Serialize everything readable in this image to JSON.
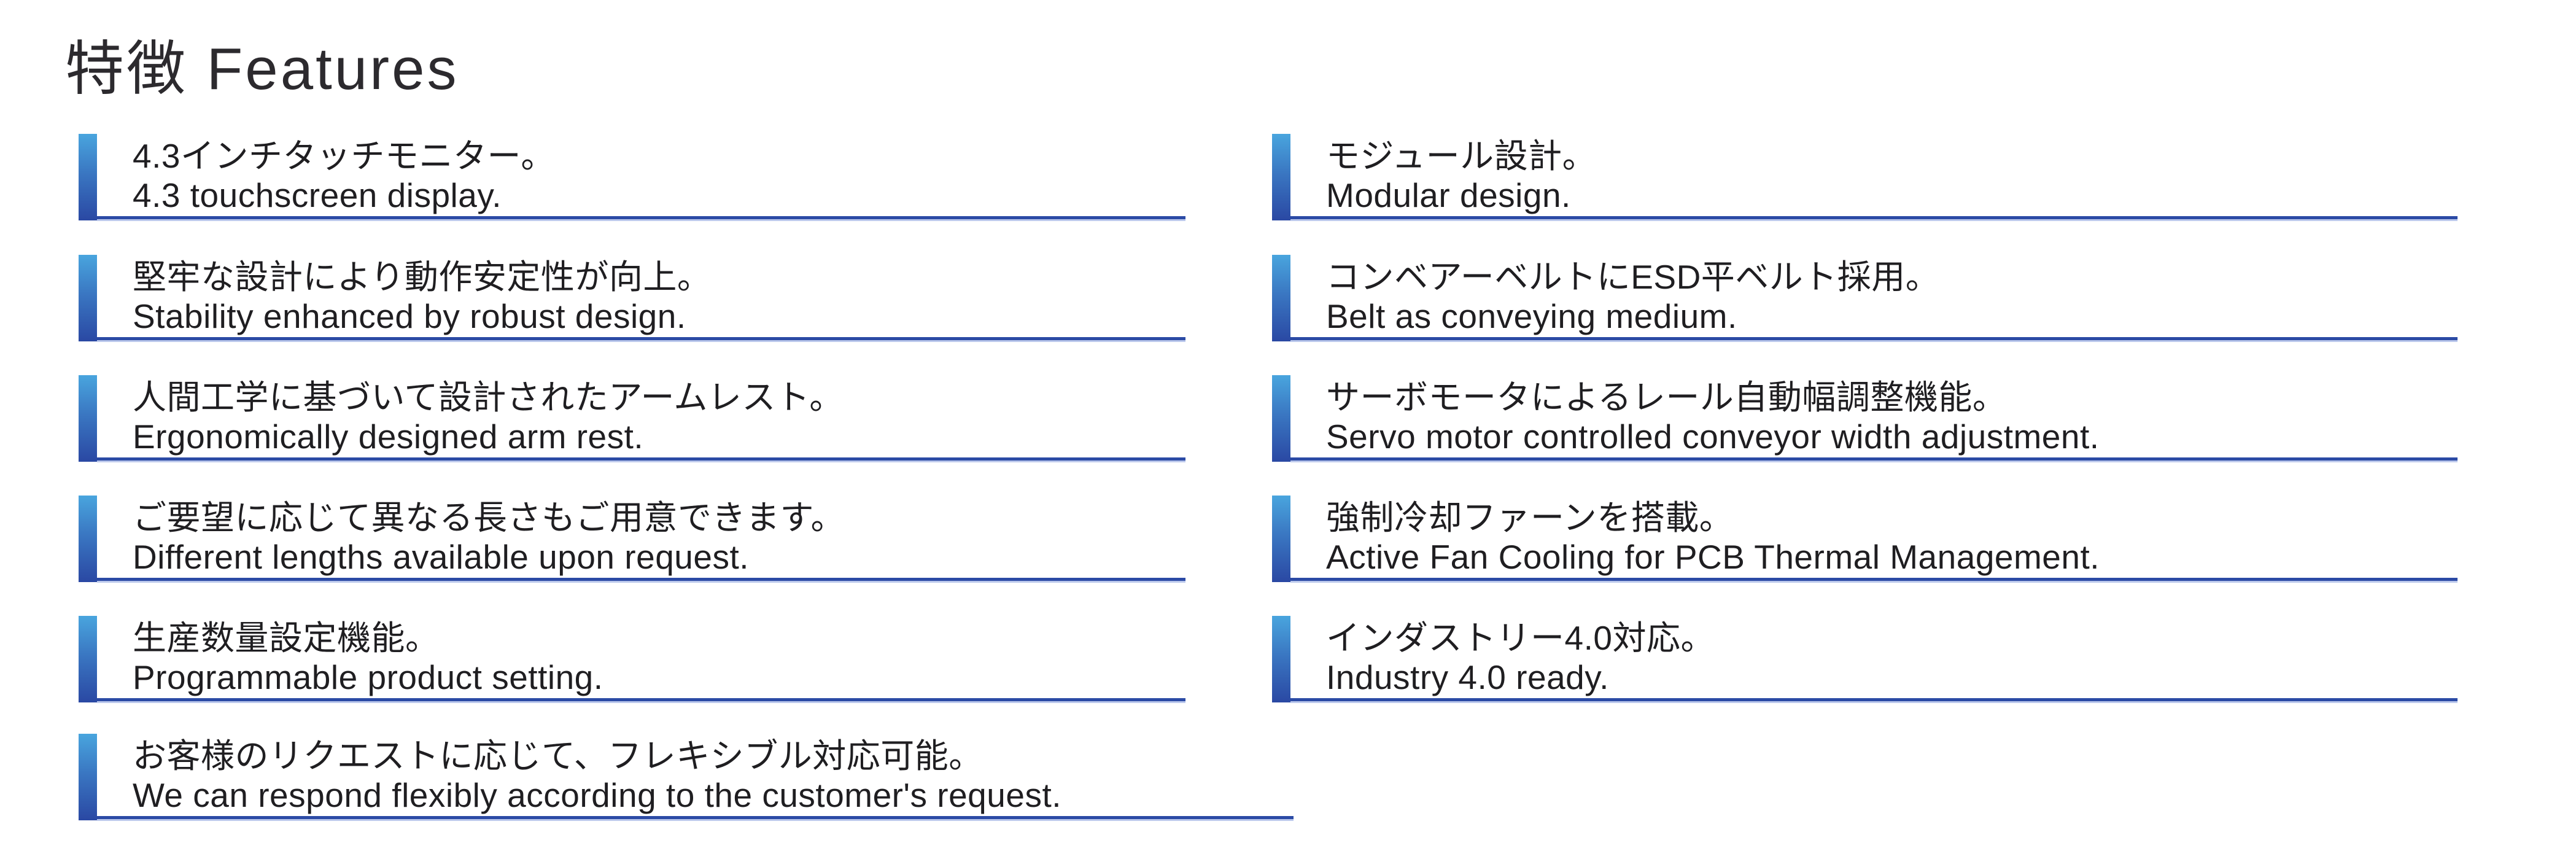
{
  "page": {
    "title": "特徴 Features"
  },
  "colors": {
    "accent_bar_gradient_top": "#49a5de",
    "accent_bar_gradient_bottom": "#2a48a3",
    "underline": "#2b4aa5",
    "underline_light_edge": "#bcc9ec",
    "text": "#1f1e21",
    "background": "#ffffff"
  },
  "features": {
    "left": [
      {
        "ja": "4.3インチタッチモニター。",
        "en": "4.3 touchscreen display."
      },
      {
        "ja": "堅牢な設計により動作安定性が向上。",
        "en": "Stability enhanced by robust design."
      },
      {
        "ja": "人間工学に基づいて設計されたアームレスト。",
        "en": "Ergonomically designed arm rest."
      },
      {
        "ja": "ご要望に応じて異なる長さもご用意できます。",
        "en": "Different lengths available upon request."
      },
      {
        "ja": "生産数量設定機能。",
        "en": "Programmable product setting."
      },
      {
        "ja": "お客様のリクエストに応じて、フレキシブル対応可能。",
        "en": "We can respond flexibly according to the customer's request."
      }
    ],
    "right": [
      {
        "ja": "モジュール設計。",
        "en": "Modular design."
      },
      {
        "ja": "コンベアーベルトにESD平ベルト採用。",
        "en": "Belt as conveying medium."
      },
      {
        "ja": "サーボモータによるレール自動幅調整機能。",
        "en": "Servo motor controlled conveyor width adjustment."
      },
      {
        "ja": "強制冷却ファーンを搭載。",
        "en": "Active Fan Cooling for PCB Thermal Management."
      },
      {
        "ja": "インダストリー4.0対応。",
        "en": "Industry 4.0 ready."
      }
    ]
  }
}
